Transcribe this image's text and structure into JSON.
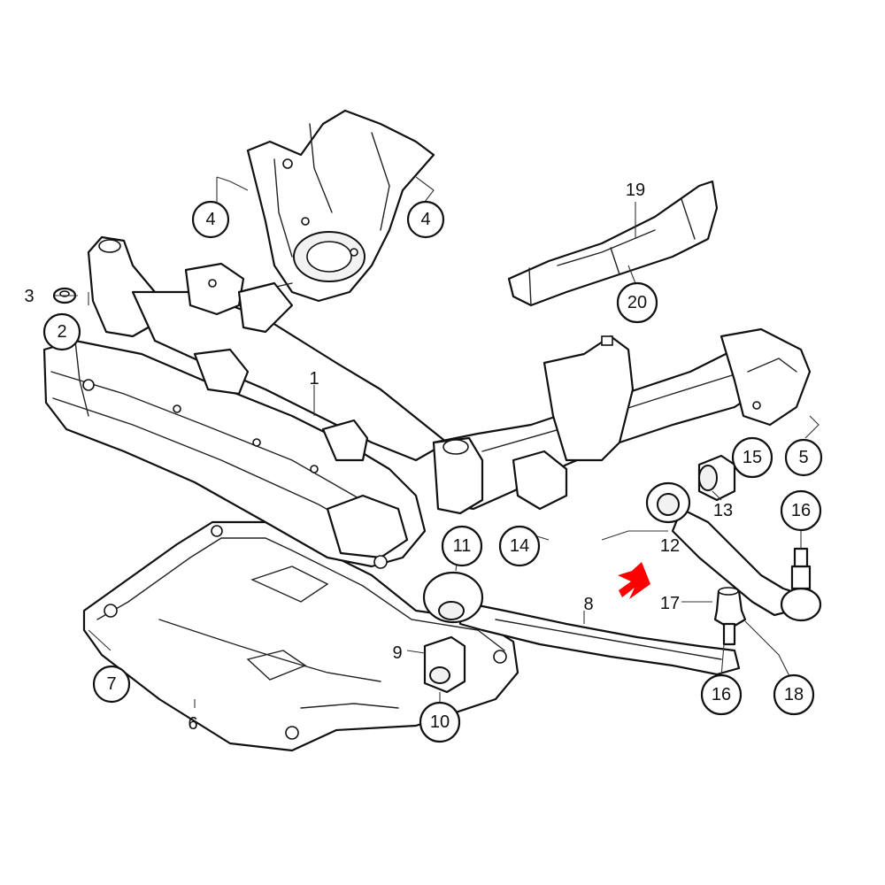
{
  "diagram": {
    "arrow_color": "#ff0000",
    "callouts": [
      {
        "id": "c1",
        "label": "1",
        "circled": false
      },
      {
        "id": "c2",
        "label": "2",
        "circled": true
      },
      {
        "id": "c3",
        "label": "3",
        "circled": false
      },
      {
        "id": "c4a",
        "label": "4",
        "circled": true
      },
      {
        "id": "c4b",
        "label": "4",
        "circled": true
      },
      {
        "id": "c5",
        "label": "5",
        "circled": true
      },
      {
        "id": "c6",
        "label": "6",
        "circled": false
      },
      {
        "id": "c7",
        "label": "7",
        "circled": true
      },
      {
        "id": "c8",
        "label": "8",
        "circled": false
      },
      {
        "id": "c9",
        "label": "9",
        "circled": false
      },
      {
        "id": "c10",
        "label": "10",
        "circled": true
      },
      {
        "id": "c11",
        "label": "11",
        "circled": true
      },
      {
        "id": "c12",
        "label": "12",
        "circled": false
      },
      {
        "id": "c13",
        "label": "13",
        "circled": false
      },
      {
        "id": "c14",
        "label": "14",
        "circled": true
      },
      {
        "id": "c15",
        "label": "15",
        "circled": true
      },
      {
        "id": "c16a",
        "label": "16",
        "circled": true
      },
      {
        "id": "c16b",
        "label": "16",
        "circled": true
      },
      {
        "id": "c17",
        "label": "17",
        "circled": false
      },
      {
        "id": "c18",
        "label": "18",
        "circled": true
      },
      {
        "id": "c19",
        "label": "19",
        "circled": false
      },
      {
        "id": "c20",
        "label": "20",
        "circled": true
      }
    ]
  }
}
